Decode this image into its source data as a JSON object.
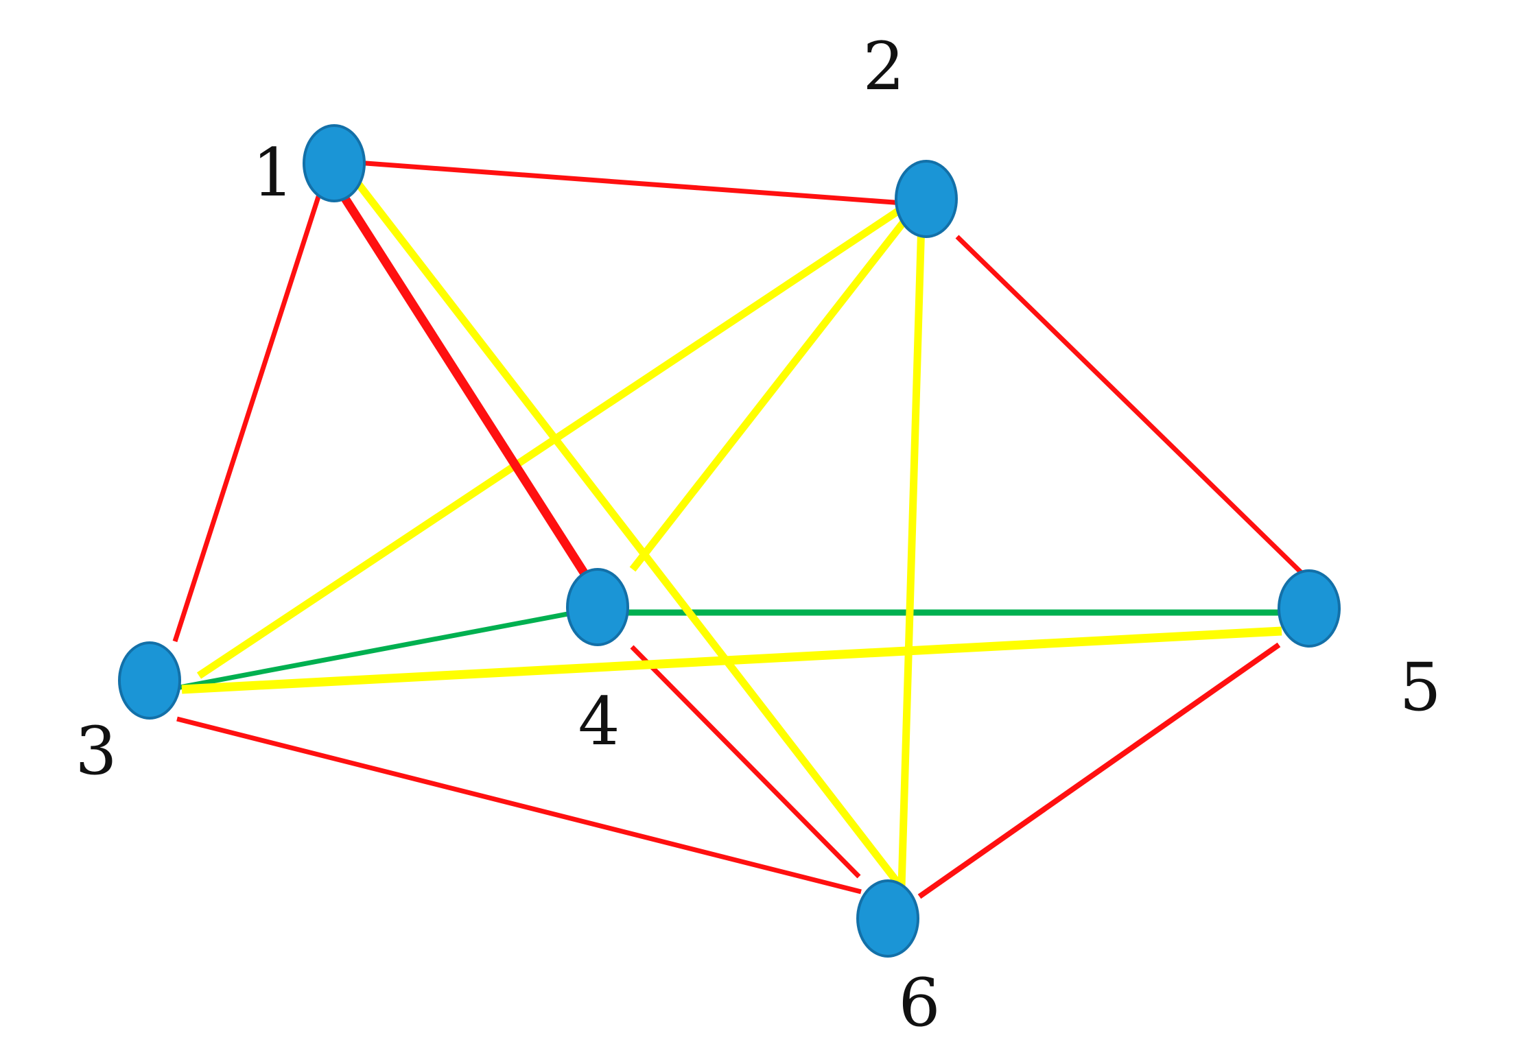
{
  "nodes": [
    {
      "id": "1",
      "label": "1"
    },
    {
      "id": "2",
      "label": "2"
    },
    {
      "id": "3",
      "label": "3"
    },
    {
      "id": "4",
      "label": "4"
    },
    {
      "id": "5",
      "label": "5"
    },
    {
      "id": "6",
      "label": "6"
    }
  ],
  "edges": [
    {
      "from": "1",
      "to": "2",
      "color": "red"
    },
    {
      "from": "1",
      "to": "3",
      "color": "red"
    },
    {
      "from": "1",
      "to": "4",
      "color": "red"
    },
    {
      "from": "2",
      "to": "5",
      "color": "red"
    },
    {
      "from": "3",
      "to": "6",
      "color": "red"
    },
    {
      "from": "4",
      "to": "6",
      "color": "red"
    },
    {
      "from": "5",
      "to": "6",
      "color": "red"
    },
    {
      "from": "1",
      "to": "6",
      "color": "yellow"
    },
    {
      "from": "2",
      "to": "3",
      "color": "yellow"
    },
    {
      "from": "2",
      "to": "4",
      "color": "yellow"
    },
    {
      "from": "2",
      "to": "6",
      "color": "yellow"
    },
    {
      "from": "3",
      "to": "5",
      "color": "yellow"
    },
    {
      "from": "3",
      "to": "4",
      "color": "green"
    },
    {
      "from": "4",
      "to": "5",
      "color": "green"
    }
  ],
  "colors": {
    "red": "#ff1010",
    "yellow": "#ffff00",
    "green": "#00b050",
    "node_fill": "#1b95d6",
    "node_stroke": "#1370a8",
    "label": "#111111",
    "background": "#ffffff"
  }
}
